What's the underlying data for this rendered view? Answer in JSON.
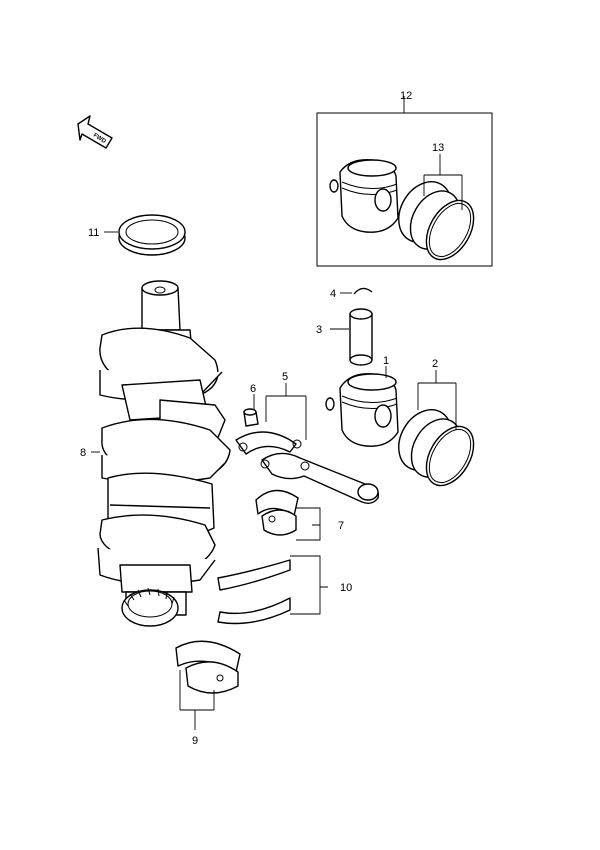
{
  "fwd_label": "FWD",
  "callouts": {
    "c1": "1",
    "c2": "2",
    "c3": "3",
    "c4": "4",
    "c5": "5",
    "c6": "6",
    "c7": "7",
    "c8": "8",
    "c9": "9",
    "c10": "10",
    "c11": "11",
    "c12": "12",
    "c13": "13"
  }
}
